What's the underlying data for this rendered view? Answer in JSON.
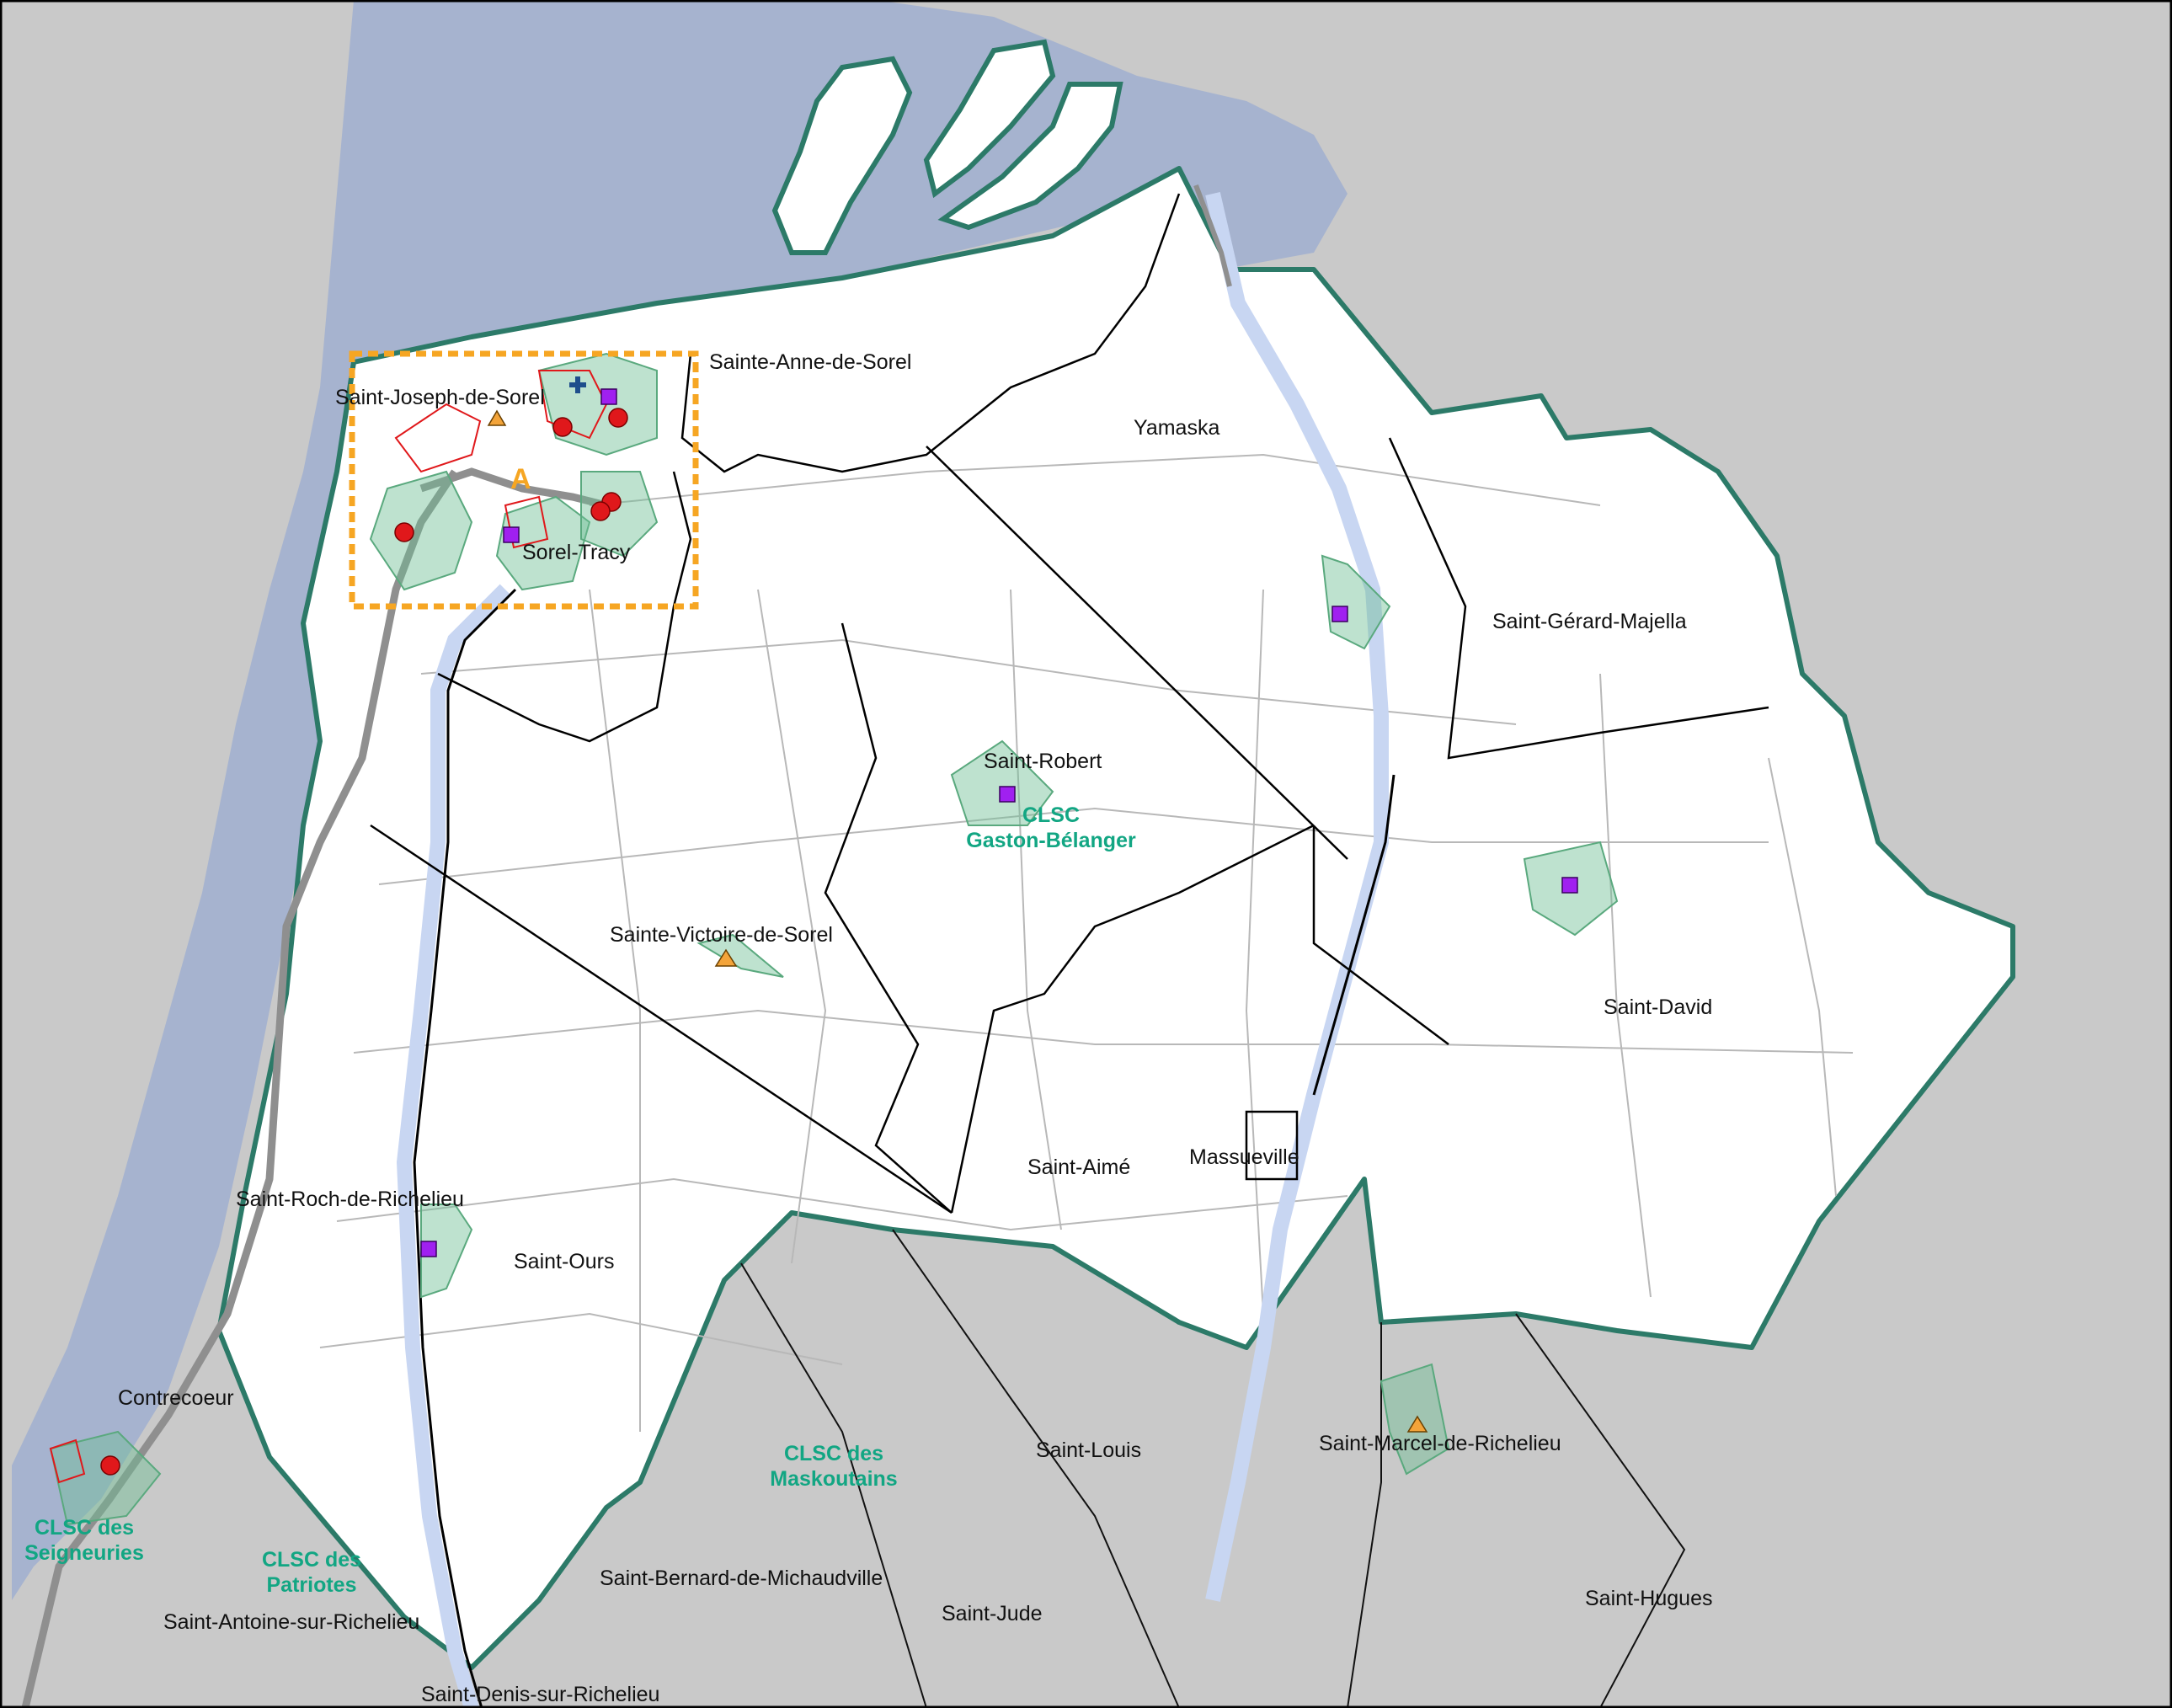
{
  "map": {
    "colors": {
      "background_gray": "#c9c9c9",
      "water": "#a6b3cf",
      "river": "#c8d6f2",
      "territory_fill": "#ffffff",
      "territory_border": "#2c7a68",
      "municipal_border": "#000000",
      "road": "#b8b8b8",
      "highway": "#8f8f8f",
      "service_area": "#6fbf95",
      "clsc_text": "#12a683",
      "inset_box": "#f6a623",
      "hospital_red": "#e0181b",
      "square_purple": "#a020f0",
      "triangle_orange": "#f3a43a",
      "cross_blue": "#1f4e8c"
    },
    "municipalities": [
      {
        "id": "sainte-anne-de-sorel",
        "name": "Sainte-Anne-de-Sorel"
      },
      {
        "id": "saint-joseph-de-sorel",
        "name": "Saint-Joseph-de-Sorel"
      },
      {
        "id": "sorel-tracy",
        "name": "Sorel-Tracy"
      },
      {
        "id": "yamaska",
        "name": "Yamaska"
      },
      {
        "id": "saint-gerard-majella",
        "name": "Saint-Gérard-Majella"
      },
      {
        "id": "saint-robert",
        "name": "Saint-Robert"
      },
      {
        "id": "sainte-victoire-de-sorel",
        "name": "Sainte-Victoire-de-Sorel"
      },
      {
        "id": "saint-david",
        "name": "Saint-David"
      },
      {
        "id": "saint-aime",
        "name": "Saint-Aimé"
      },
      {
        "id": "massueville",
        "name": "Massueville"
      },
      {
        "id": "saint-roch-de-richelieu",
        "name": "Saint-Roch-de-Richelieu"
      },
      {
        "id": "saint-ours",
        "name": "Saint-Ours"
      },
      {
        "id": "contrecoeur",
        "name": "Contrecoeur"
      },
      {
        "id": "saint-louis",
        "name": "Saint-Louis"
      },
      {
        "id": "saint-marcel-de-richelieu",
        "name": "Saint-Marcel-de-Richelieu"
      },
      {
        "id": "saint-bernard-de-michaudville",
        "name": "Saint-Bernard-de-Michaudville"
      },
      {
        "id": "saint-jude",
        "name": "Saint-Jude"
      },
      {
        "id": "saint-hugues",
        "name": "Saint-Hugues"
      },
      {
        "id": "saint-antoine-sur-richelieu",
        "name": "Saint-Antoine-sur-Richelieu"
      },
      {
        "id": "saint-denis-sur-richelieu",
        "name": "Saint-Denis-sur-Richelieu"
      }
    ],
    "clsc": {
      "gaston_belanger": {
        "line1": "CLSC",
        "line2": "Gaston-Bélanger"
      },
      "maskoutains": {
        "line1": "CLSC des",
        "line2": "Maskoutains"
      },
      "seigneuries": {
        "line1": "CLSC des",
        "line2": "Seigneuries"
      },
      "patriotes": {
        "line1": "CLSC des",
        "line2": "Patriotes"
      }
    },
    "inset_marker": "A"
  }
}
